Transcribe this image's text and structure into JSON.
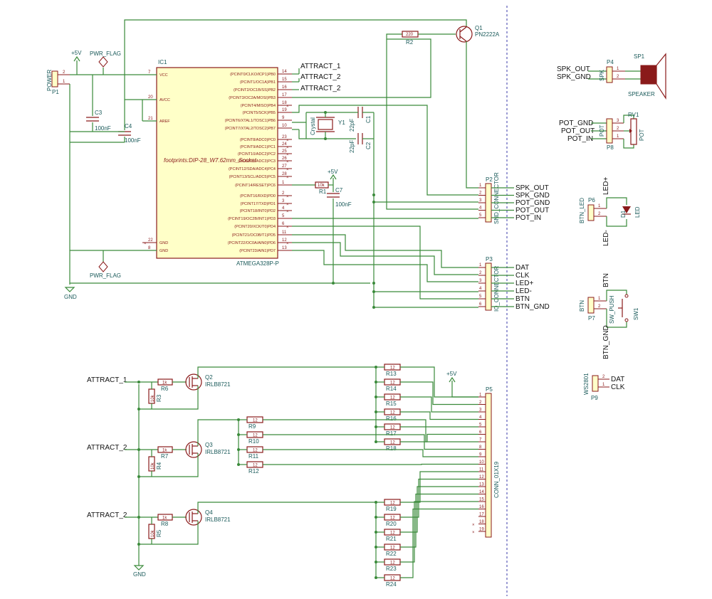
{
  "ic1": {
    "ref": "IC1",
    "value": "ATMEGA328P-P",
    "footprint": "footprints:DIP-28_W7.62mm_Socket",
    "left_pins": [
      {
        "num": "7",
        "name": "VCC"
      },
      {
        "num": "20",
        "name": "AVCC"
      },
      {
        "num": "21",
        "name": "AREF"
      },
      {
        "num": "22",
        "name": "GND"
      },
      {
        "num": "8",
        "name": "GND"
      }
    ],
    "right_pins": [
      {
        "num": "14",
        "name": "(PCINT0/CLKO/ICP1)PB0"
      },
      {
        "num": "15",
        "name": "(PCINT1/OC1A)PB1"
      },
      {
        "num": "16",
        "name": "(PCINT2/OC1B/SS)PB2"
      },
      {
        "num": "17",
        "name": "(PCINT3/OC2A/MOSI)PB3"
      },
      {
        "num": "18",
        "name": "(PCINT4/MISO)PB4"
      },
      {
        "num": "19",
        "name": "(PCINT5/SCK)PB5"
      },
      {
        "num": "9",
        "name": "(PCINT6/XTAL1/TOSC1)PB6"
      },
      {
        "num": "10",
        "name": "(PCINT7/XTAL2/TOSC2)PB7"
      },
      {
        "num": "23",
        "name": "(PCINT8/ADC0)PC0"
      },
      {
        "num": "24",
        "name": "(PCINT9/ADC1)PC1"
      },
      {
        "num": "25",
        "name": "(PCINT10/ADC2)PC2"
      },
      {
        "num": "26",
        "name": "(PCINT11/ADC3)PC3"
      },
      {
        "num": "27",
        "name": "(PCINT12/SDA/ADC4)PC4"
      },
      {
        "num": "28",
        "name": "(PCINT13/SCL/ADC5)PC5"
      },
      {
        "num": "1",
        "name": "(PCINT14/RESET)PC6"
      },
      {
        "num": "2",
        "name": "(PCINT16/RXD)PD0"
      },
      {
        "num": "3",
        "name": "(PCINT17/TXD)PD1"
      },
      {
        "num": "4",
        "name": "(PCINT18/INT0)PD2"
      },
      {
        "num": "5",
        "name": "(PCINT19/OC2B/INT1)PD3"
      },
      {
        "num": "6",
        "name": "(PCINT20/XCK/T0)PD4"
      },
      {
        "num": "11",
        "name": "(PCINT21/OC0B/T1)PD5"
      },
      {
        "num": "12",
        "name": "(PCINT22/OC0A/AIN0)PD6"
      },
      {
        "num": "13",
        "name": "(PCINT23/AIN1)PD7"
      }
    ]
  },
  "nets": {
    "attract1": "ATTRACT_1",
    "attract2a": "ATTRACT_2",
    "attract2b": "ATTRACT_2",
    "mos_attract1": "ATTRACT_1",
    "mos_attract2": "ATTRACT_2",
    "mos_attract3": "ATTRACT_2",
    "vcc": "+5V",
    "gnd": "GND",
    "gnd2": "GND",
    "pwrflag1": "PWR_FLAG",
    "pwrflag2": "PWR_FLAG",
    "vcc_c7": "+5V",
    "vcc_p5": "+5V"
  },
  "power": {
    "ref": "P1",
    "value": "POWER",
    "pin2": "2",
    "pin1": "1"
  },
  "caps": [
    {
      "ref": "C3",
      "value": "100nF"
    },
    {
      "ref": "C4",
      "value": "100nF"
    },
    {
      "ref": "C7",
      "value": "100nF"
    },
    {
      "ref": "C1",
      "value": "22pF"
    },
    {
      "ref": "C2",
      "value": "22pF"
    }
  ],
  "crystal": {
    "ref": "Y1",
    "value": "Crystal"
  },
  "r1": {
    "ref": "R1",
    "value": "10k"
  },
  "q1": {
    "ref": "Q1",
    "value": "PN2222A"
  },
  "r2": {
    "ref": "R2",
    "value": "220"
  },
  "p2": {
    "ref": "P2",
    "value": "SND_CONNECTOR",
    "pins": [
      "1",
      "2",
      "3",
      "4",
      "5"
    ],
    "nets": [
      "SPK_OUT",
      "SPK_GND",
      "POT_GND",
      "POT_OUT",
      "POT_IN"
    ]
  },
  "p3": {
    "ref": "P3",
    "value": "IO_CONNECTOR",
    "pins": [
      "1",
      "2",
      "3",
      "4",
      "5",
      "6"
    ],
    "nets": [
      "DAT",
      "CLK",
      "LED+",
      "LED-",
      "BTN",
      "BTN_GND"
    ]
  },
  "speaker": {
    "p4_ref": "P4",
    "p4_val": "SPK",
    "sp_ref": "SP1",
    "sp_val": "SPEAKER",
    "net1": "SPK_OUT",
    "net2": "SPK_GND",
    "pin1": "1",
    "pin2": "2"
  },
  "pot": {
    "p8_ref": "P8",
    "p8_val": "POT",
    "rv_ref": "RV1",
    "rv_val": "POT",
    "nets": [
      "POT_GND",
      "POT_OUT",
      "POT_IN"
    ],
    "pins": [
      "3",
      "2",
      "1"
    ]
  },
  "led": {
    "p6_ref": "P6",
    "p6_val": "BTN_LED",
    "d_ref": "D1",
    "d_val": "LED",
    "net_plus": "LED+",
    "net_minus": "LED-",
    "pin1": "1",
    "pin2": "2"
  },
  "btn": {
    "p7_ref": "P7",
    "p7_val": "BTN",
    "sw_ref": "SW1",
    "sw_val": "SW_PUSH",
    "net_btn": "BTN",
    "net_gnd": "BTN_GND",
    "pin1": "1",
    "pin2": "2"
  },
  "ws": {
    "p9_ref": "P9",
    "p9_val": "WS2801",
    "net_dat": "DAT",
    "net_clk": "CLK",
    "pin2": "2",
    "pin1": "1"
  },
  "mosfets": [
    {
      "ref": "Q2",
      "value": "IRLB8721",
      "rg_ref": "R6",
      "rg_val": "1k",
      "rp_ref": "R3",
      "rp_val": "10k"
    },
    {
      "ref": "Q3",
      "value": "IRLB8721",
      "rg_ref": "R7",
      "rg_val": "1k",
      "rp_ref": "R4",
      "rp_val": "10k"
    },
    {
      "ref": "Q4",
      "value": "IRLB8721",
      "rg_ref": "R8",
      "rg_val": "1k",
      "rp_ref": "R5",
      "rp_val": "10k"
    }
  ],
  "led_resistors": [
    {
      "ref": "R13",
      "value": "12"
    },
    {
      "ref": "R14",
      "value": "12"
    },
    {
      "ref": "R15",
      "value": "12"
    },
    {
      "ref": "R16",
      "value": "12"
    },
    {
      "ref": "R17",
      "value": "12"
    },
    {
      "ref": "R18",
      "value": "12"
    },
    {
      "ref": "R9",
      "value": "12"
    },
    {
      "ref": "R10",
      "value": "12"
    },
    {
      "ref": "R11",
      "value": "12"
    },
    {
      "ref": "R12",
      "value": "12"
    },
    {
      "ref": "R19",
      "value": "12"
    },
    {
      "ref": "R20",
      "value": "12"
    },
    {
      "ref": "R21",
      "value": "12"
    },
    {
      "ref": "R22",
      "value": "12"
    },
    {
      "ref": "R23",
      "value": "12"
    },
    {
      "ref": "R24",
      "value": "12"
    }
  ],
  "p5": {
    "ref": "P5",
    "value": "CONN_01X19",
    "pins": [
      "1",
      "2",
      "3",
      "4",
      "5",
      "6",
      "7",
      "8",
      "9",
      "10",
      "11",
      "12",
      "13",
      "14",
      "15",
      "16",
      "17",
      "18",
      "19"
    ]
  }
}
